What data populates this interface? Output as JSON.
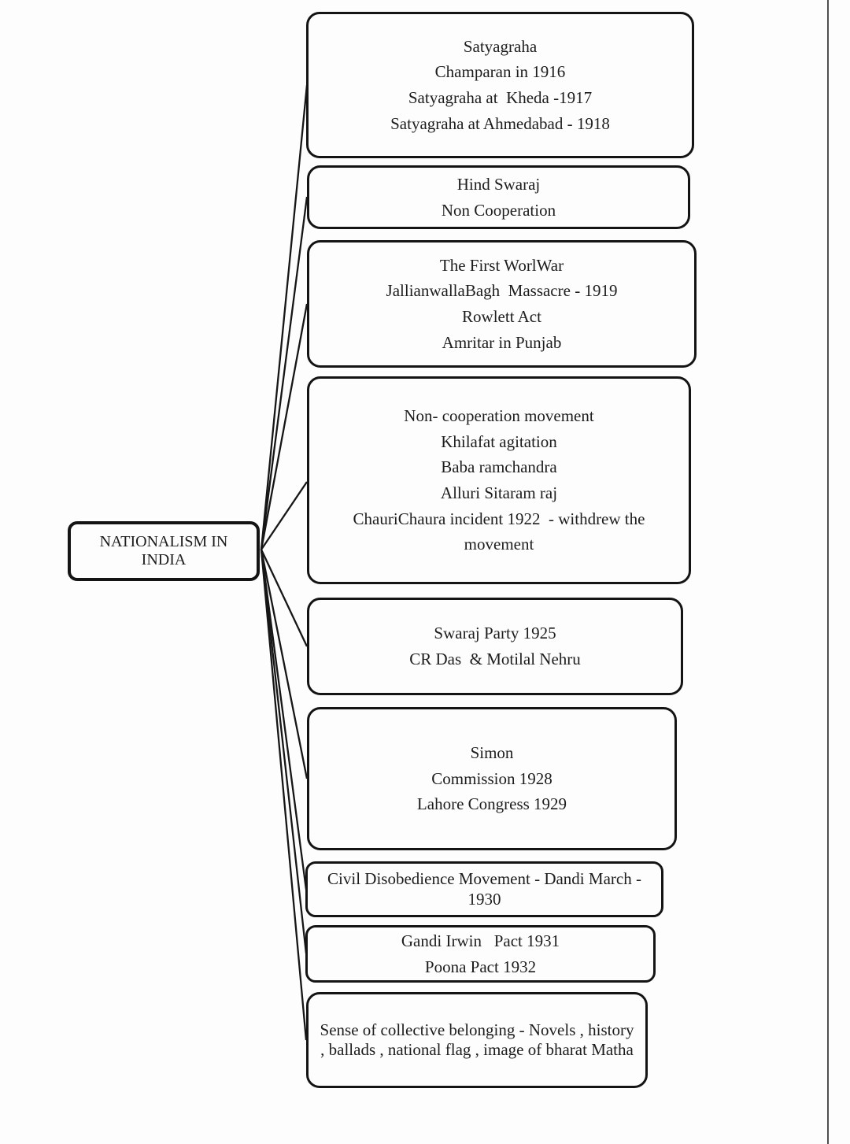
{
  "diagram": {
    "title": "Nationalism in India mind map",
    "root": {
      "lines": [
        "NATIONALISM IN",
        "INDIA"
      ]
    },
    "nodes": [
      {
        "id": "satyagraha",
        "lines": [
          "Satyagraha",
          "Champaran in 1916",
          "Satyagraha at  Kheda -1917",
          "Satyagraha at Ahmedabad - 1918"
        ]
      },
      {
        "id": "hind-swaraj",
        "lines": [
          "Hind Swaraj",
          "Non Cooperation"
        ]
      },
      {
        "id": "first-world-war",
        "lines": [
          "The First WorlWar",
          "JallianwallaBagh  Massacre - 1919",
          "Rowlett Act",
          "Amritar in Punjab"
        ]
      },
      {
        "id": "non-cooperation-movement",
        "lines": [
          "Non- cooperation movement",
          "Khilafat agitation",
          "Baba ramchandra",
          "Alluri Sitaram raj",
          "ChauriChaura incident 1922  - withdrew the movement"
        ]
      },
      {
        "id": "swaraj-party",
        "lines": [
          "Swaraj Party 1925",
          "CR Das  & Motilal Nehru"
        ]
      },
      {
        "id": "simon-commission",
        "lines": [
          "Simon",
          "Commission 1928",
          "Lahore Congress 1929"
        ]
      },
      {
        "id": "civil-disobedience",
        "lines": [
          "Civil Disobedience Movement - Dandi March - 1930"
        ]
      },
      {
        "id": "pacts",
        "lines": [
          "Gandi Irwin   Pact 1931",
          "Poona Pact 1932"
        ]
      },
      {
        "id": "collective-belonging",
        "lines": [
          "Sense of collective belonging - Novels , history , ballads , national flag , image of bharat Matha"
        ]
      }
    ],
    "colors": {
      "background": "#fdfdfd",
      "box_border": "#141414",
      "text": "#1d1d1d",
      "connector": "#161616",
      "page_edge_line": "#4f4f4f"
    }
  }
}
